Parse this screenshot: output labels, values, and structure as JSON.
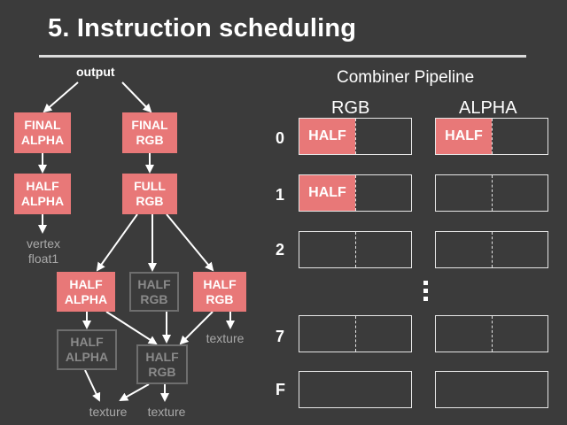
{
  "title": "5. Instruction scheduling",
  "dependency_graph": {
    "output_label": "output",
    "final_alpha": "FINAL\nALPHA",
    "final_rgb": "FINAL\nRGB",
    "half_alpha_top": "HALF\nALPHA",
    "full_rgb": "FULL\nRGB",
    "vertex_note": "vertex\nfloat1",
    "half_alpha_mid": "HALF\nALPHA",
    "half_rgb_ghost": "HALF\nRGB",
    "half_rgb_red": "HALF\nRGB",
    "texture_right": "texture",
    "half_alpha_ghost": "HALF\nALPHA",
    "half_rgb_ghost2": "HALF\nRGB",
    "texture_bottom_left": "texture",
    "texture_bottom_right": "texture"
  },
  "pipeline": {
    "title": "Combiner Pipeline",
    "col_rgb": "RGB",
    "col_alpha": "ALPHA",
    "rows": [
      {
        "label": "0",
        "rgb": "HALF",
        "alpha": "HALF"
      },
      {
        "label": "1",
        "rgb": "HALF",
        "alpha": ""
      },
      {
        "label": "2",
        "rgb": "",
        "alpha": ""
      },
      {
        "label": "7",
        "rgb": "",
        "alpha": ""
      },
      {
        "label": "F",
        "rgb": "",
        "alpha": ""
      }
    ],
    "ellipsis": "⋮"
  },
  "colors": {
    "background": "#3b3b3b",
    "scheduled": "#e87878",
    "unscheduled_border": "#6e6e6e"
  }
}
